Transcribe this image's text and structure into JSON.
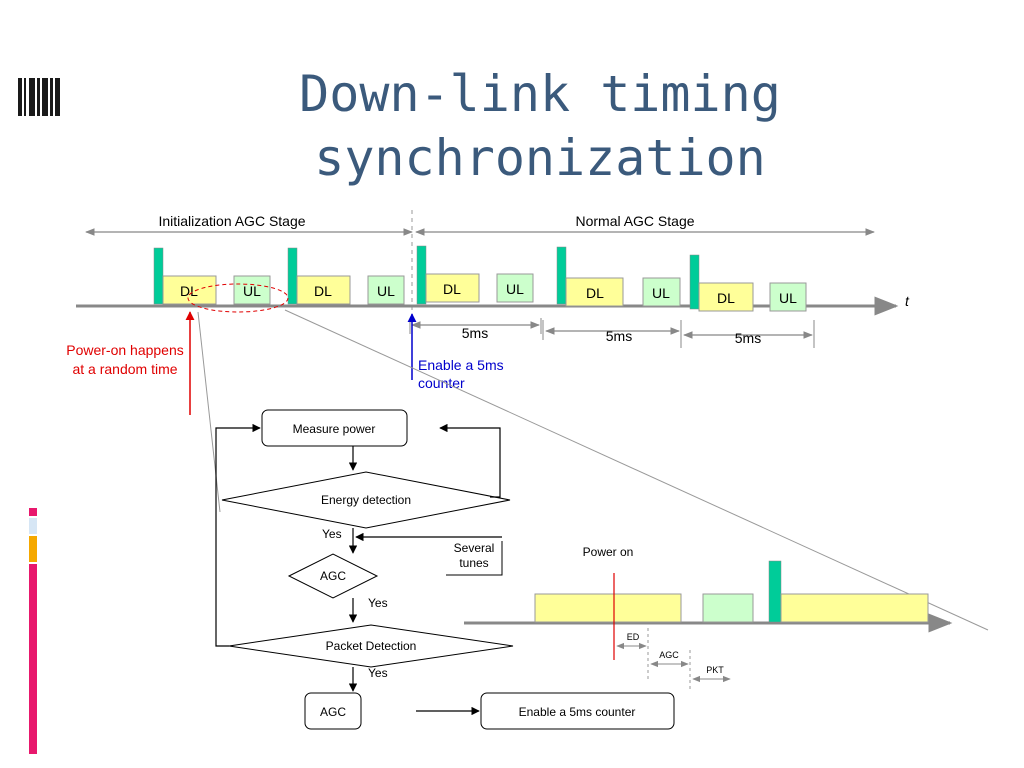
{
  "slide": {
    "title_line1": "Down-link timing",
    "title_line2": "synchronization"
  },
  "timeline": {
    "init_stage": "Initialization AGC Stage",
    "normal_stage": "Normal AGC Stage",
    "dl": "DL",
    "ul": "UL",
    "t_axis": "t",
    "five_ms": "5ms",
    "power_on_line1": "Power-on happens",
    "power_on_line2": "at a random time",
    "enable_line1": "Enable a 5ms",
    "enable_line2": "counter"
  },
  "flowchart": {
    "measure_power": "Measure power",
    "energy_detection": "Energy detection",
    "yes": "Yes",
    "several_line1": "Several",
    "several_line2": "tunes",
    "agc": "AGC",
    "packet_detection": "Packet Detection",
    "enable_counter": "Enable a 5ms counter"
  },
  "detail": {
    "power_on": "Power on",
    "ed": "ED",
    "agc": "AGC",
    "pkt": "PKT"
  },
  "colors": {
    "title": "#3b5a7c",
    "dl_fill": "#ffff99",
    "ul_fill": "#ccffcc",
    "pilot": "#00cc99",
    "red": "#e00000",
    "blue": "#0000cc",
    "deco_pink": "#e8186d",
    "deco_orange": "#f5a800",
    "deco_lightblue": "#d6e6f5"
  }
}
